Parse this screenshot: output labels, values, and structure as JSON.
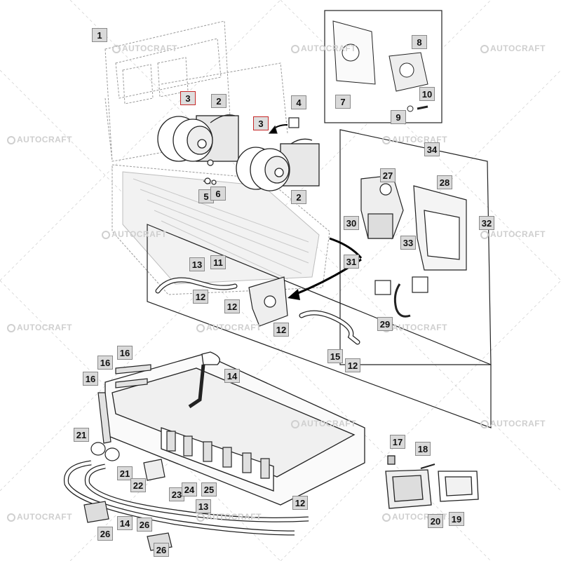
{
  "watermark": {
    "text": "AUTOCRAFT"
  },
  "callouts": [
    {
      "id": "c1a",
      "label": "1"
    },
    {
      "id": "c2a",
      "label": "2"
    },
    {
      "id": "c2b",
      "label": "2"
    },
    {
      "id": "c3a",
      "label": "3",
      "highlight": true
    },
    {
      "id": "c3b",
      "label": "3",
      "highlight": true
    },
    {
      "id": "c4",
      "label": "4"
    },
    {
      "id": "c5",
      "label": "5"
    },
    {
      "id": "c6",
      "label": "6"
    },
    {
      "id": "c7",
      "label": "7"
    },
    {
      "id": "c8",
      "label": "8"
    },
    {
      "id": "c9",
      "label": "9"
    },
    {
      "id": "c10",
      "label": "10"
    },
    {
      "id": "c11",
      "label": "11"
    },
    {
      "id": "c12a",
      "label": "12"
    },
    {
      "id": "c12b",
      "label": "12"
    },
    {
      "id": "c12c",
      "label": "12"
    },
    {
      "id": "c12d",
      "label": "12"
    },
    {
      "id": "c12e",
      "label": "12"
    },
    {
      "id": "c13a",
      "label": "13"
    },
    {
      "id": "c13b",
      "label": "13"
    },
    {
      "id": "c14a",
      "label": "14"
    },
    {
      "id": "c14b",
      "label": "14"
    },
    {
      "id": "c15",
      "label": "15"
    },
    {
      "id": "c16a",
      "label": "16"
    },
    {
      "id": "c16b",
      "label": "16"
    },
    {
      "id": "c16c",
      "label": "16"
    },
    {
      "id": "c17",
      "label": "17"
    },
    {
      "id": "c18",
      "label": "18"
    },
    {
      "id": "c19",
      "label": "19"
    },
    {
      "id": "c20",
      "label": "20"
    },
    {
      "id": "c21a",
      "label": "21"
    },
    {
      "id": "c21b",
      "label": "21"
    },
    {
      "id": "c22",
      "label": "22"
    },
    {
      "id": "c23",
      "label": "23"
    },
    {
      "id": "c24",
      "label": "24"
    },
    {
      "id": "c25",
      "label": "25"
    },
    {
      "id": "c26a",
      "label": "26"
    },
    {
      "id": "c26b",
      "label": "26"
    },
    {
      "id": "c26c",
      "label": "26"
    },
    {
      "id": "c27",
      "label": "27"
    },
    {
      "id": "c28",
      "label": "28"
    },
    {
      "id": "c29",
      "label": "29"
    },
    {
      "id": "c30",
      "label": "30"
    },
    {
      "id": "c31",
      "label": "31"
    },
    {
      "id": "c32",
      "label": "32"
    },
    {
      "id": "c33",
      "label": "33"
    },
    {
      "id": "c34",
      "label": "34"
    }
  ]
}
